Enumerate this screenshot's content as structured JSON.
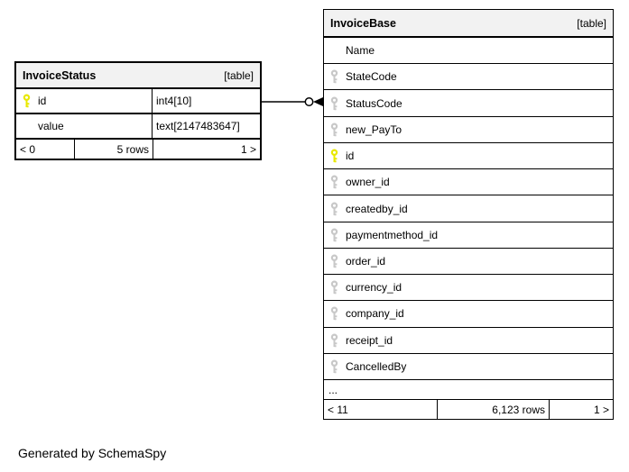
{
  "caption": "Generated by SchemaSpy",
  "colors": {
    "primary_key": "#e8e800",
    "secondary_key": "#c8c8c8",
    "header_bg": "#f2f2f2",
    "border": "#000000"
  },
  "tables": [
    {
      "name": "InvoiceStatus",
      "badge": "[table]",
      "columns": [
        {
          "name": "id",
          "type": "int4[10]",
          "key": "primary"
        },
        {
          "name": "value",
          "type": "text[2147483647]",
          "key": "none"
        }
      ],
      "footer": {
        "left": "< 0",
        "center": "5 rows",
        "right": "1 >"
      }
    },
    {
      "name": "InvoiceBase",
      "badge": "[table]",
      "columns": [
        {
          "name": "Name",
          "key": "none"
        },
        {
          "name": "StateCode",
          "key": "secondary"
        },
        {
          "name": "StatusCode",
          "key": "secondary"
        },
        {
          "name": "new_PayTo",
          "key": "secondary"
        },
        {
          "name": "id",
          "key": "primary"
        },
        {
          "name": "owner_id",
          "key": "secondary"
        },
        {
          "name": "createdby_id",
          "key": "secondary"
        },
        {
          "name": "paymentmethod_id",
          "key": "secondary"
        },
        {
          "name": "order_id",
          "key": "secondary"
        },
        {
          "name": "currency_id",
          "key": "secondary"
        },
        {
          "name": "company_id",
          "key": "secondary"
        },
        {
          "name": "receipt_id",
          "key": "secondary"
        },
        {
          "name": "CancelledBy",
          "key": "secondary"
        }
      ],
      "ellipsis": "...",
      "footer": {
        "left": "< 11",
        "center": "6,123 rows",
        "right": "1 >"
      }
    }
  ],
  "relationship": {
    "from_table": "InvoiceStatus",
    "from_column": "id",
    "to_table": "InvoiceBase",
    "to_column": "StatusCode",
    "end_decoration": "circle-and-filled-arrow"
  }
}
